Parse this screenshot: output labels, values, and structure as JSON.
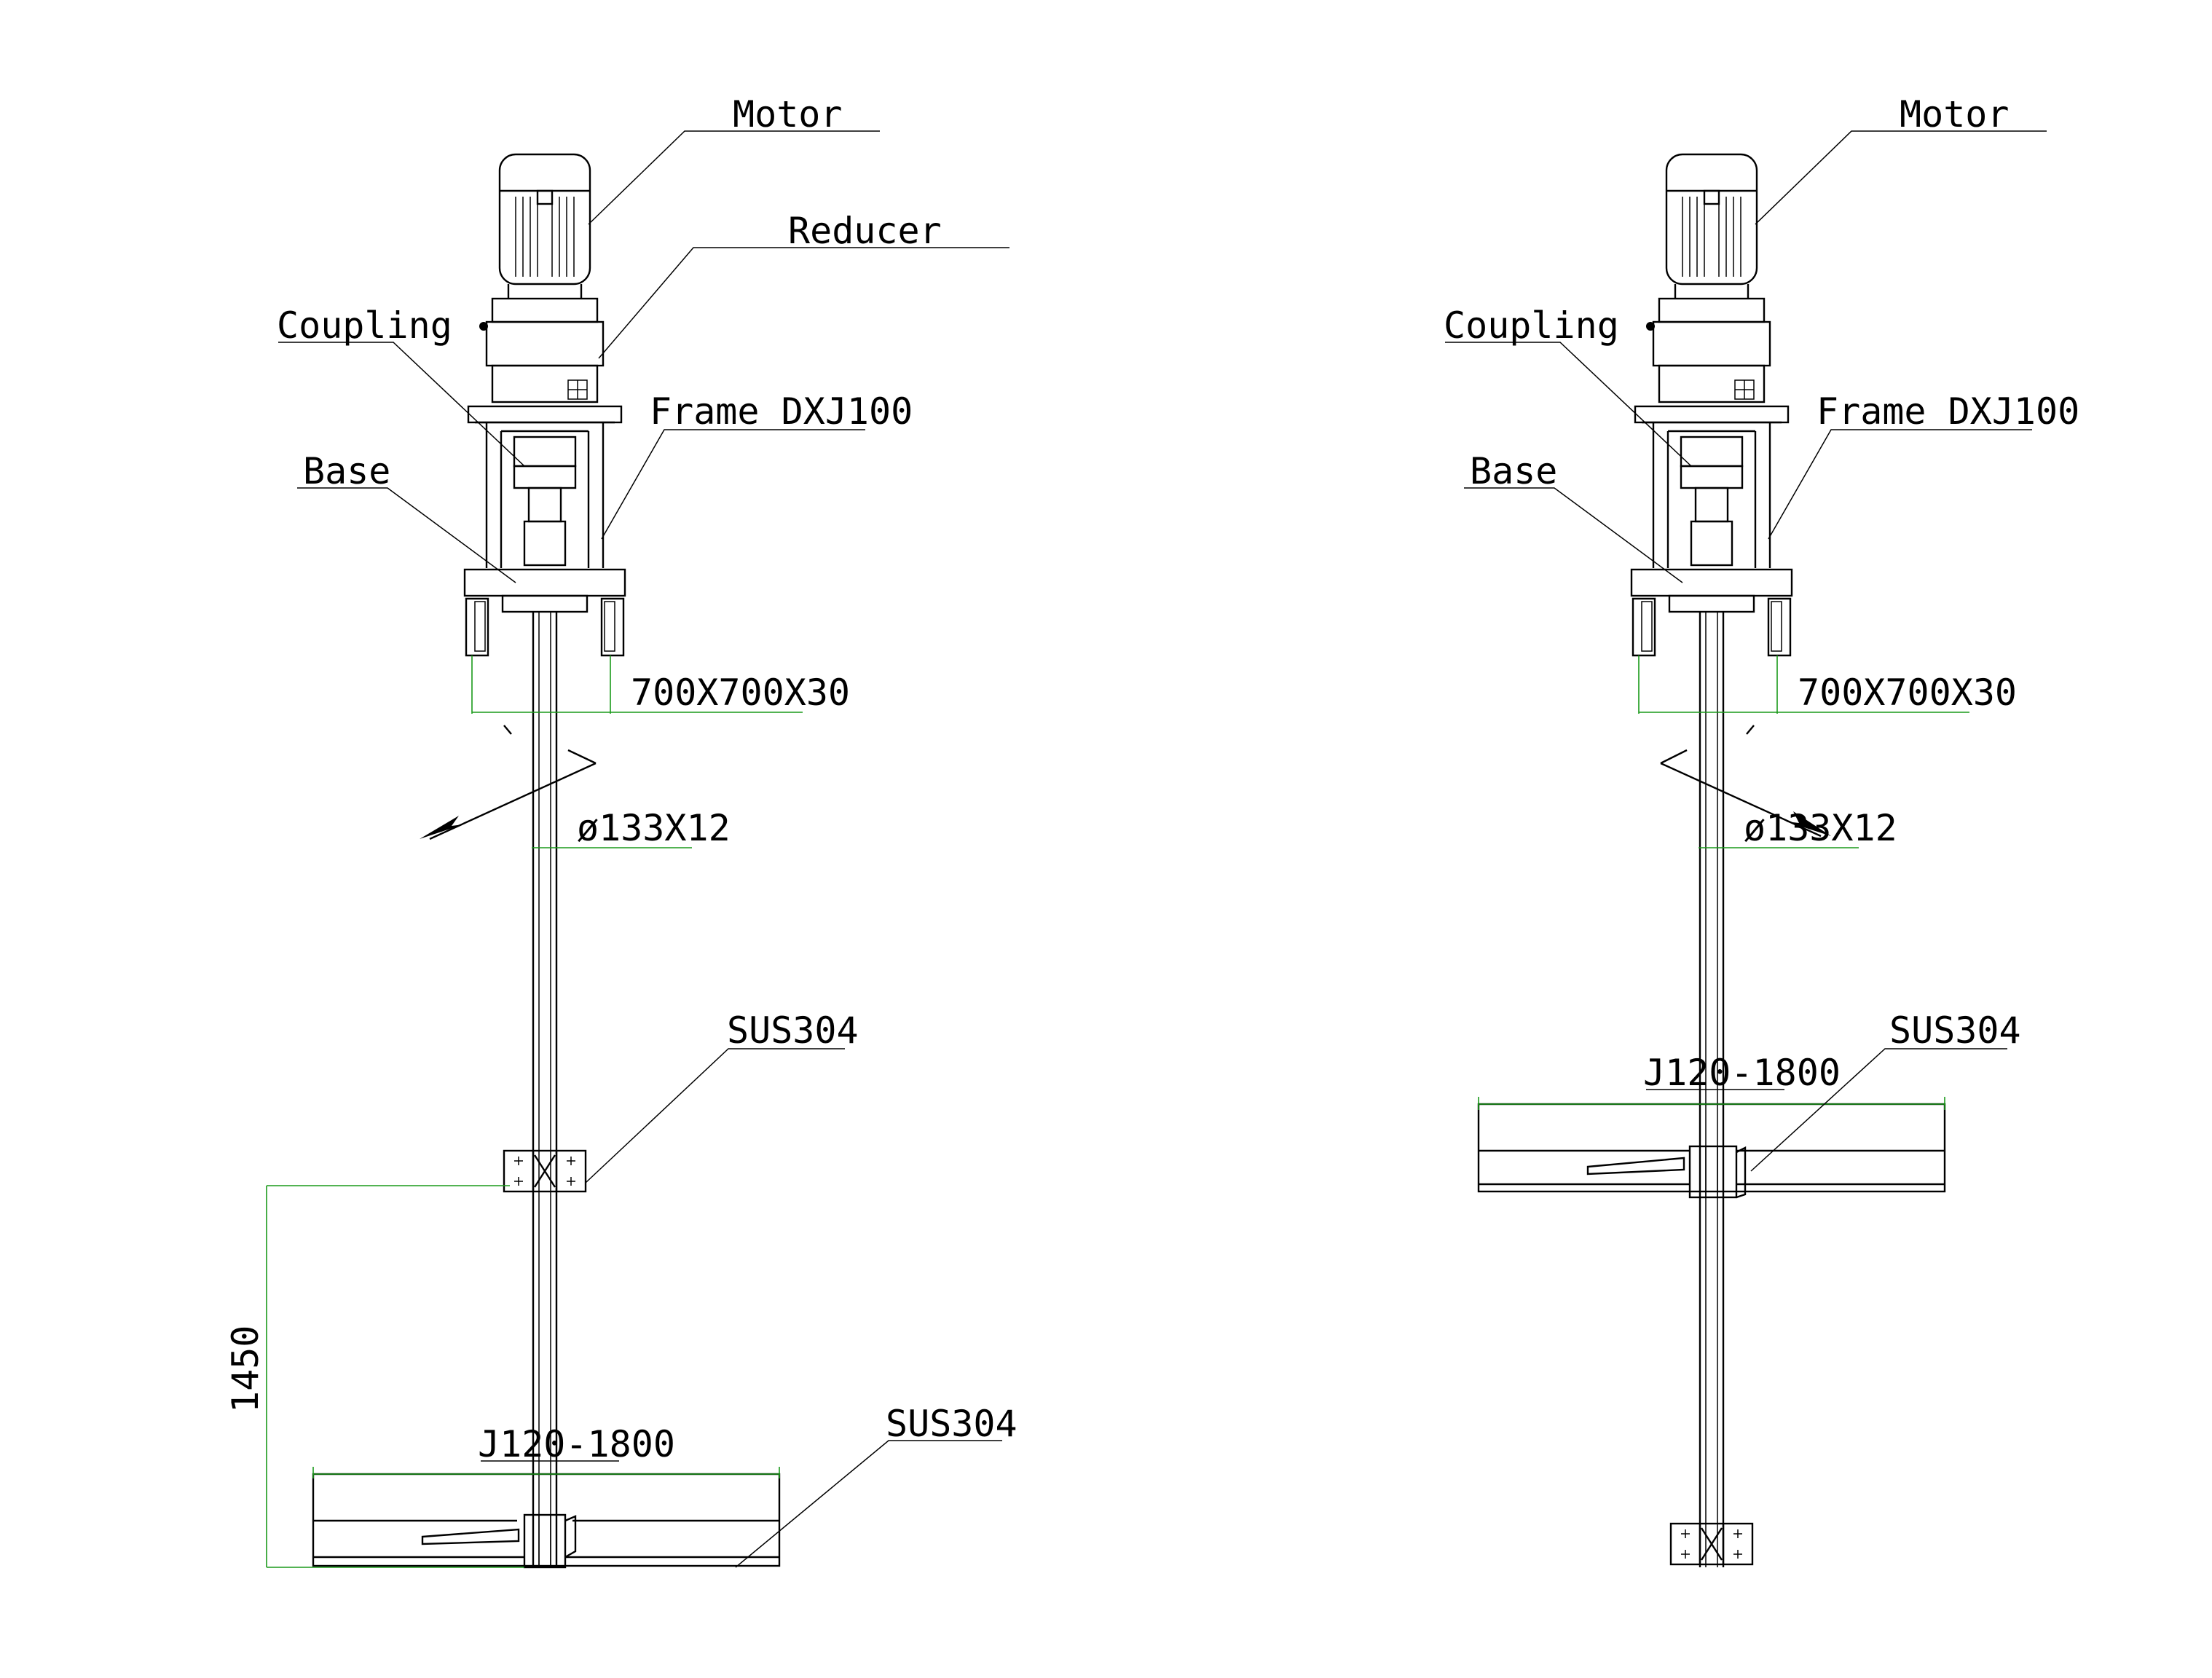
{
  "left_assembly": {
    "motor_label": "Motor",
    "reducer_label": "Reducer",
    "coupling_label": "Coupling",
    "frame_label": "Frame DXJ100",
    "base_label": "Base",
    "plate_dim": "700X700X30",
    "shaft_dim": "ø133X12",
    "flange_material": "SUS304",
    "impeller_material": "SUS304",
    "impeller_model": "J120-1800",
    "height_dim": "1450"
  },
  "right_assembly": {
    "motor_label": "Motor",
    "coupling_label": "Coupling",
    "frame_label": "Frame DXJ100",
    "base_label": "Base",
    "plate_dim": "700X700X30",
    "shaft_dim": "ø133X12",
    "impeller_material": "SUS304",
    "impeller_model": "J120-1800"
  },
  "colors": {
    "line": "#000000",
    "dimension": "#1a9a1a",
    "background": "#ffffff"
  }
}
